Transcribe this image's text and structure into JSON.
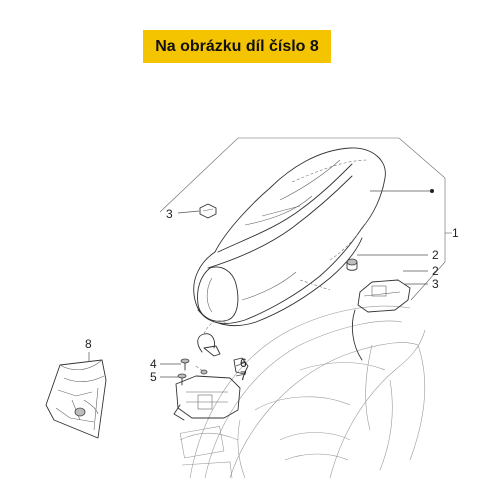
{
  "banner": {
    "text": "Na obrázku díl číslo 8",
    "color": "#f5c400"
  },
  "callouts": [
    {
      "id": "c3a",
      "label": "3"
    },
    {
      "id": "c1",
      "label": "1"
    },
    {
      "id": "c2a",
      "label": "2"
    },
    {
      "id": "c2b",
      "label": "2"
    },
    {
      "id": "c3b",
      "label": "3"
    },
    {
      "id": "c8",
      "label": "8"
    },
    {
      "id": "c4",
      "label": "4"
    },
    {
      "id": "c5",
      "label": "5"
    },
    {
      "id": "c6",
      "label": "6"
    },
    {
      "id": "c7",
      "label": "7"
    }
  ]
}
